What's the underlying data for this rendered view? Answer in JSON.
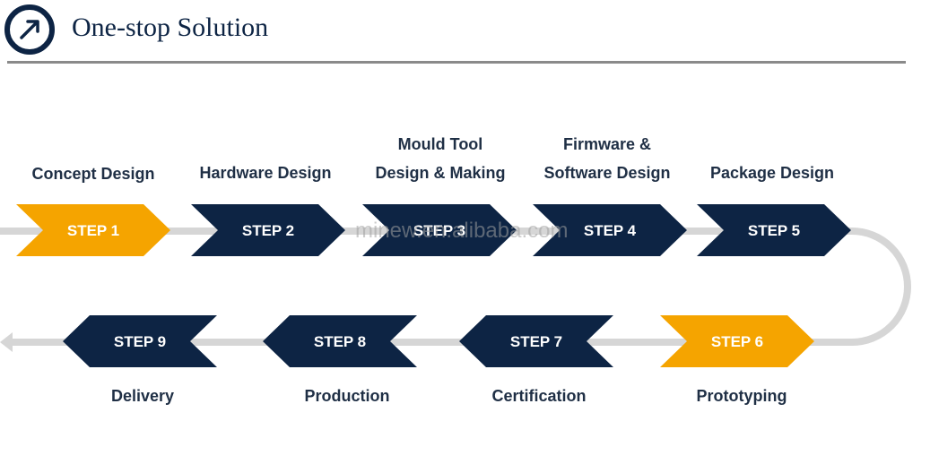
{
  "header": {
    "title": "One-stop Solution",
    "icon": "arrow-up-right-icon",
    "accent_color": "#0d2444"
  },
  "colors": {
    "navy": "#0d2444",
    "orange": "#f5a400",
    "track": "#d6d6d6"
  },
  "steps": [
    {
      "badge": "STEP 1",
      "label": "Concept Design",
      "highlight": true
    },
    {
      "badge": "STEP 2",
      "label": "Hardware Design",
      "highlight": false
    },
    {
      "badge": "STEP 3",
      "label": "Mould Tool\nDesign & Making",
      "highlight": false
    },
    {
      "badge": "STEP 4",
      "label": "Firmware &\nSoftware Design",
      "highlight": false
    },
    {
      "badge": "STEP 5",
      "label": "Package Design",
      "highlight": false
    },
    {
      "badge": "STEP 6",
      "label": "Prototyping",
      "highlight": true
    },
    {
      "badge": "STEP 7",
      "label": "Certification",
      "highlight": false
    },
    {
      "badge": "STEP 8",
      "label": "Production",
      "highlight": false
    },
    {
      "badge": "STEP 9",
      "label": "Delivery",
      "highlight": false
    }
  ],
  "watermark": "minew.en.alibaba.com"
}
